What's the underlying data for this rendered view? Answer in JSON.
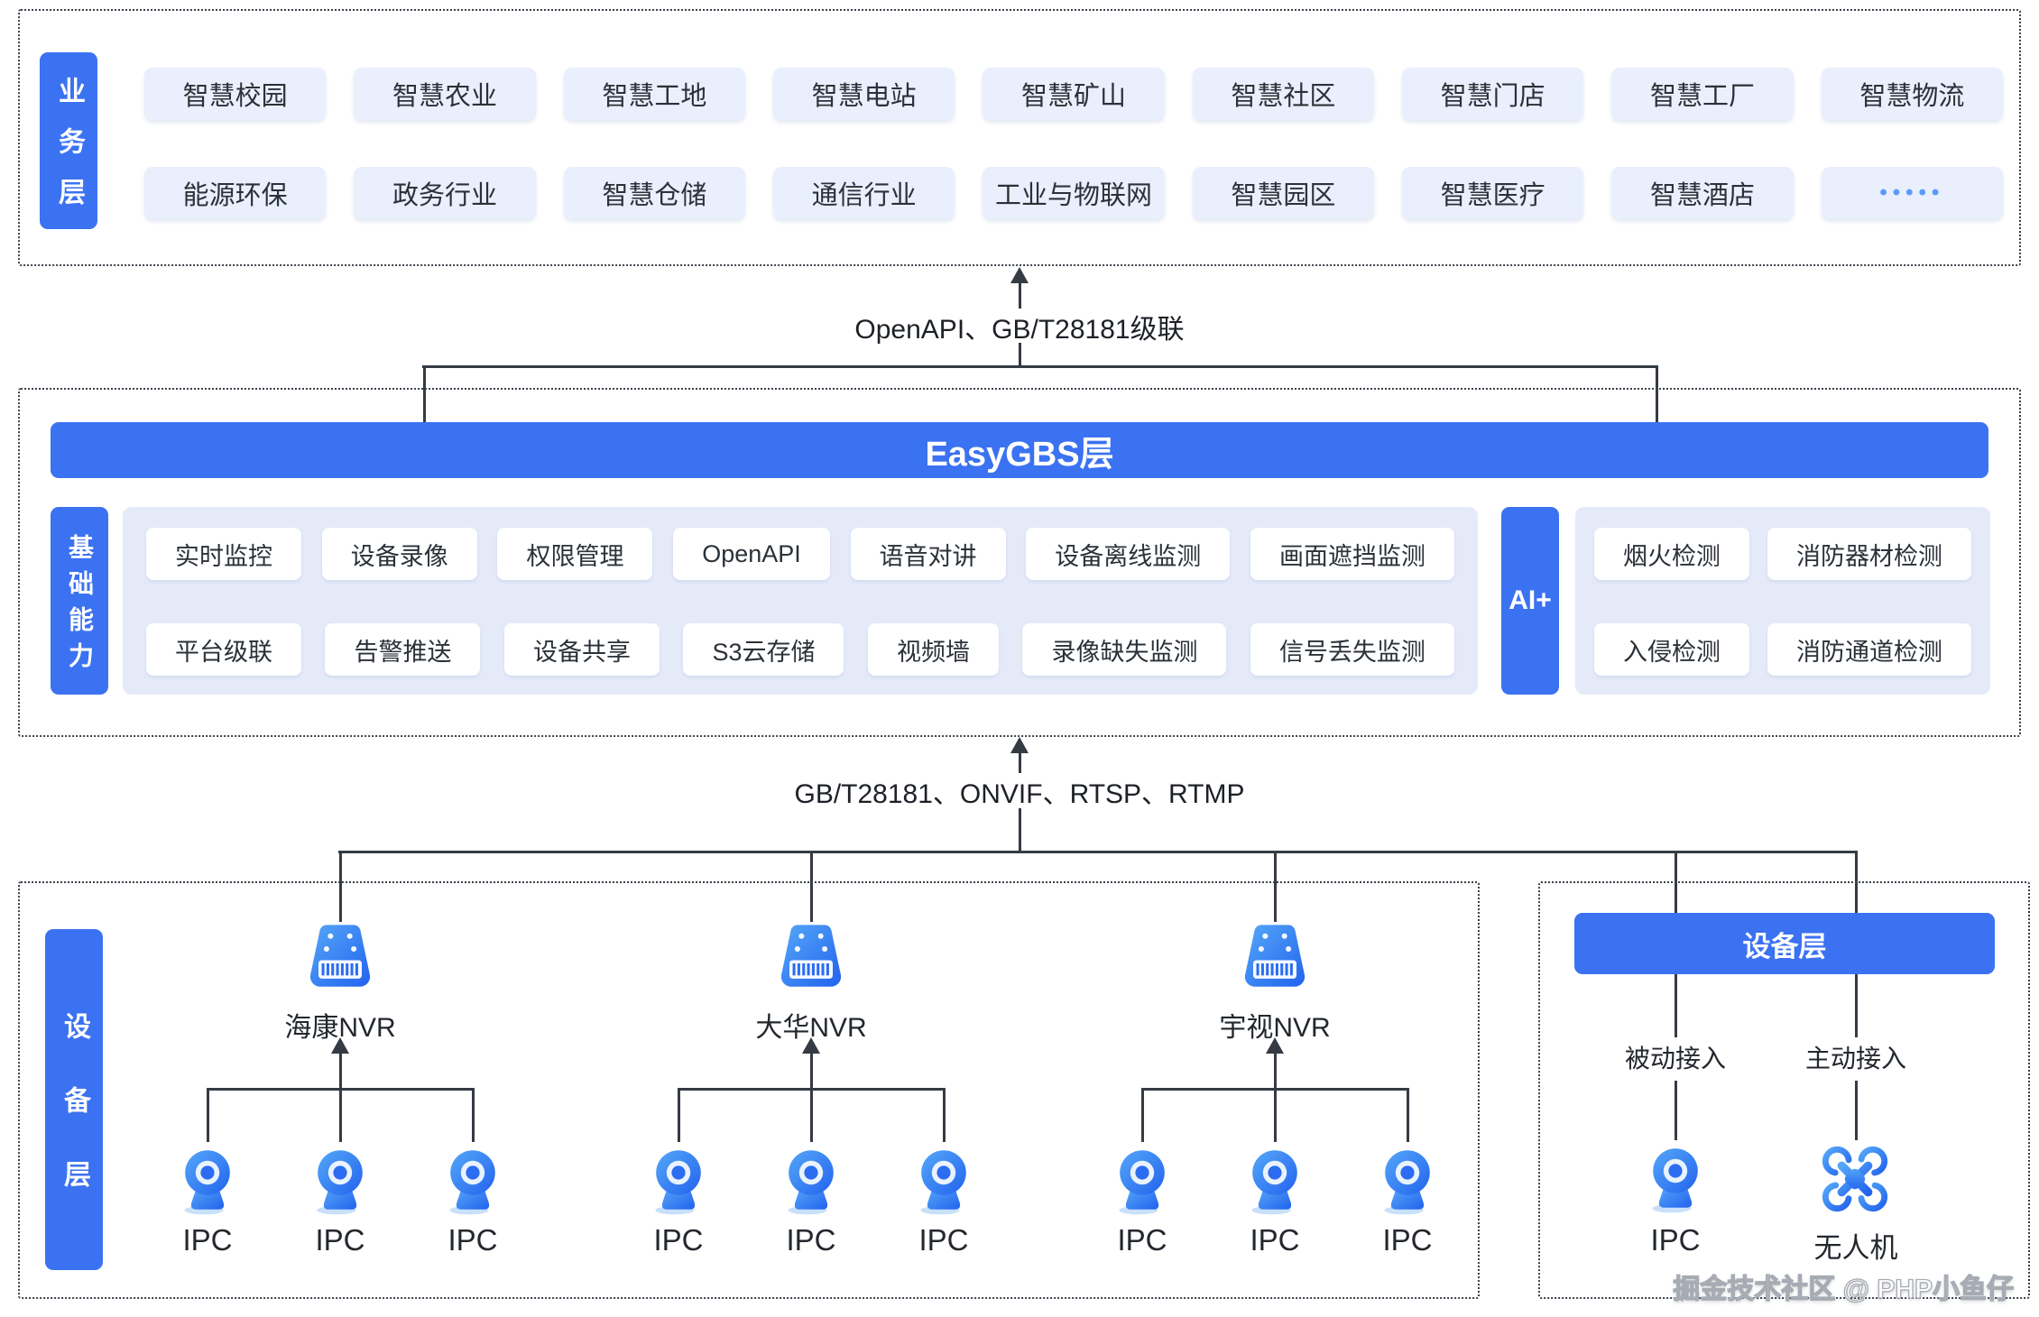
{
  "business_layer": {
    "label": "业务层",
    "rows": [
      [
        "智慧校园",
        "智慧农业",
        "智慧工地",
        "智慧电站",
        "智慧矿山",
        "智慧社区",
        "智慧门店",
        "智慧工厂",
        "智慧物流"
      ],
      [
        "能源环保",
        "政务行业",
        "智慧仓储",
        "通信行业",
        "工业与物联网",
        "智慧园区",
        "智慧医疗",
        "智慧酒店",
        "•••••"
      ]
    ]
  },
  "connector_top": {
    "label": "OpenAPI、GB/T28181级联"
  },
  "easygbs_layer": {
    "title": "EasyGBS层",
    "capabilities_label": "基础能力",
    "capability_rows": [
      [
        "实时监控",
        "设备录像",
        "权限管理",
        "OpenAPI",
        "语音对讲",
        "设备离线监测",
        "画面遮挡监测"
      ],
      [
        "平台级联",
        "告警推送",
        "设备共享",
        "S3云存储",
        "视频墙",
        "录像缺失监测",
        "信号丢失监测"
      ]
    ],
    "ai_label": "AI+",
    "ai_rows": [
      [
        "烟火检测",
        "消防器材检测"
      ],
      [
        "入侵检测",
        "消防通道检测"
      ]
    ]
  },
  "connector_bottom": {
    "label": "GB/T28181、ONVIF、RTSP、RTMP"
  },
  "device_layer": {
    "label": "设备层",
    "nvr_groups": [
      {
        "name": "海康NVR",
        "cameras": [
          "IPC",
          "IPC",
          "IPC"
        ]
      },
      {
        "name": "大华NVR",
        "cameras": [
          "IPC",
          "IPC",
          "IPC"
        ]
      },
      {
        "name": "宇视NVR",
        "cameras": [
          "IPC",
          "IPC",
          "IPC"
        ]
      }
    ],
    "direct_box": {
      "title": "设备层",
      "passive_label": "被动接入",
      "active_label": "主动接入",
      "ipc_label": "IPC",
      "drone_label": "无人机"
    }
  },
  "watermark": "掘金技术社区 @ PHP小鱼仔",
  "colors": {
    "primary_blue": "#3b72f1",
    "item_light_blue": "#e9effc",
    "panel_lavender": "#e4eaf8",
    "line_dark": "#353b44",
    "icon_blue_light": "#55a7f8",
    "icon_blue_dark": "#2263ee"
  }
}
